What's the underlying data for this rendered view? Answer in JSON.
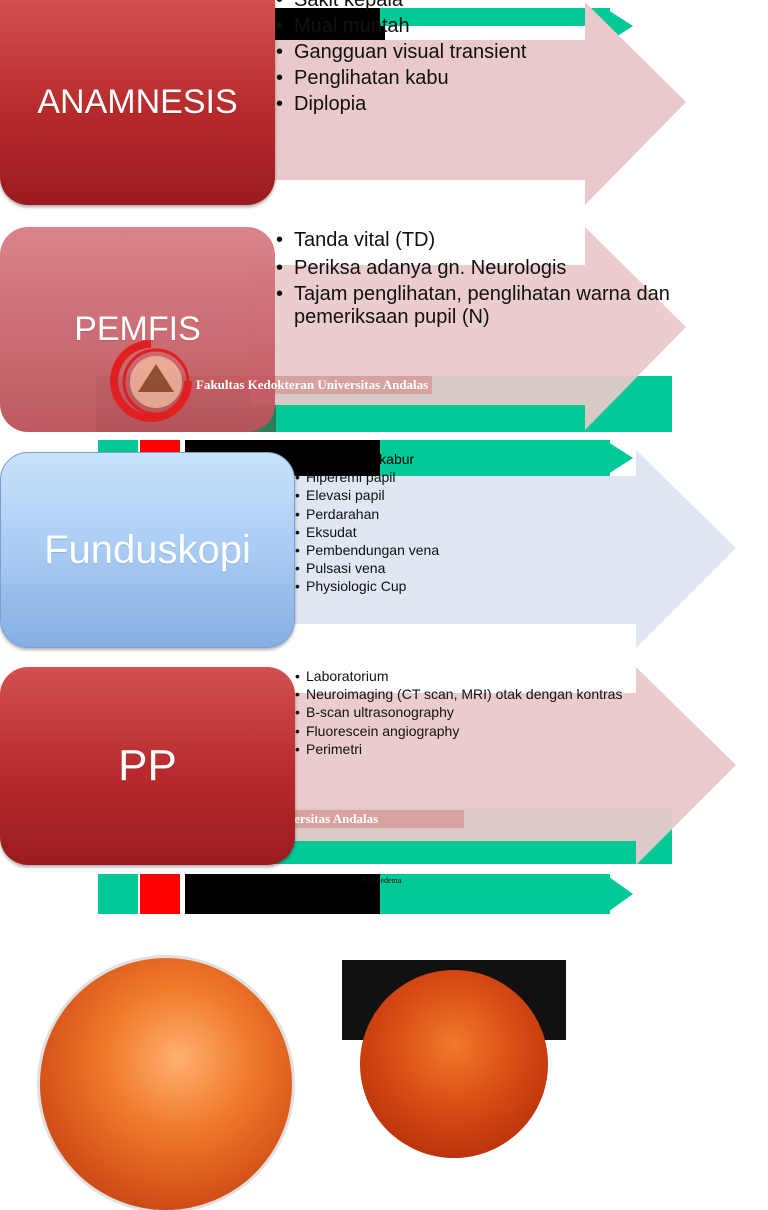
{
  "colors": {
    "teal": "#00c896",
    "red": "#ff0000",
    "pink_arrow": "#e9c9c9",
    "blue_arrow": "#dfe7f2",
    "black": "#000000"
  },
  "sections": [
    {
      "label": "ANAMNESIS",
      "items": [
        "Sakit kepala",
        "Mual muntah",
        "Gangguan visual transient",
        "Penglihatan kabu",
        "Diplopia"
      ]
    },
    {
      "label": "PEMFIS",
      "items": [
        "Tanda vital (TD)",
        "Periksa adanya gn. Neurologis",
        "Tajam penglihatan, penglihatan warna dan pemeriksaan pupil (N)"
      ]
    },
    {
      "label": "Funduskopi",
      "items": [
        "Batas papil kabur",
        "Hiperemi papil",
        "Elevasi papil",
        "Perdarahan",
        "Eksudat",
        "Pembendungan vena",
        "Pulsasi vena",
        "Physiologic Cup"
      ]
    },
    {
      "label": "PP",
      "items": [
        "Laboratorium",
        "Neuroimaging (CT scan, MRI) otak dengan kontras",
        "B-scan ultrasonography",
        "Fluorescein angiography",
        "Perimetri"
      ]
    }
  ],
  "watermarks": {
    "mid": "Fakultas Kedokteran Universitas Andalas",
    "low": "Fakultas Kedokteran Universitas Andalas"
  },
  "footer_label": "Papil edema",
  "icons": {
    "logo": "university-seal-icon"
  }
}
